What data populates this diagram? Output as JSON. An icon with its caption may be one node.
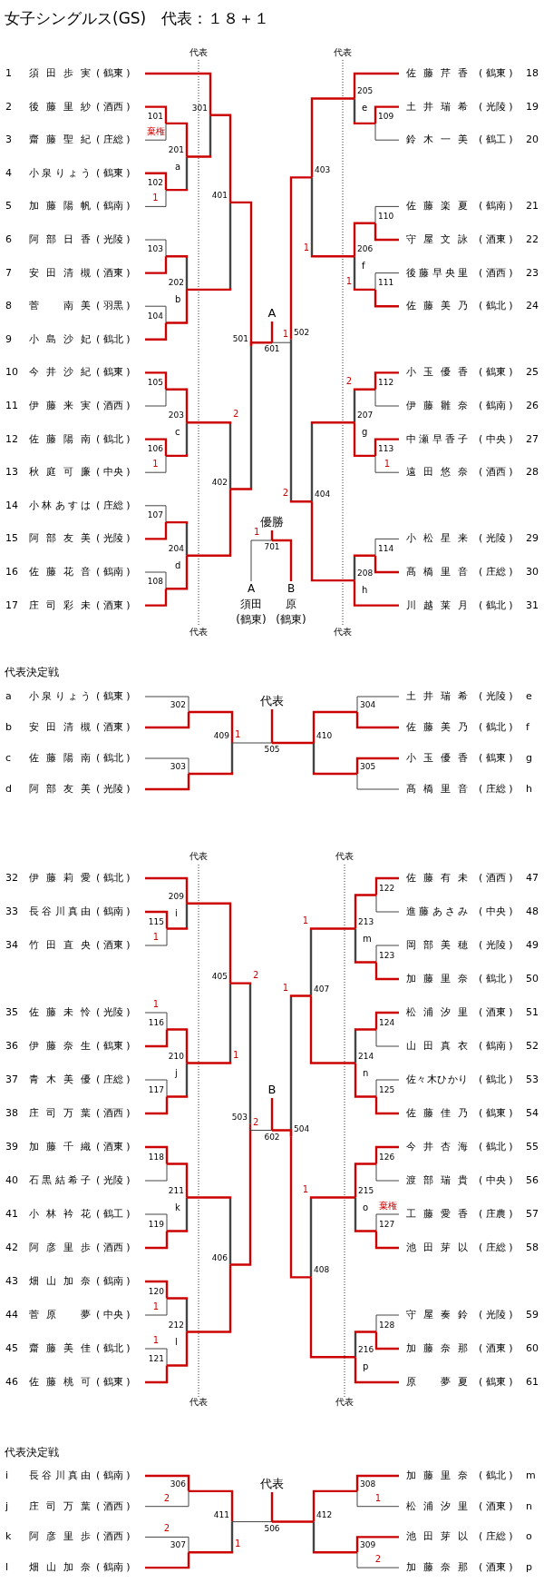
{
  "diagram": {
    "title": "女子シングルス(GS)　代表：１８＋１",
    "nodes": [
      {
        "text": [
          "1",
          "須田歩実",
          "( 鶴東 )"
        ]
      },
      {
        "text": [
          "2",
          "後藤里紗",
          "( 酒西 )"
        ]
      },
      {
        "text": [
          "3",
          "齋藤聖紀",
          "( 庄総 )"
        ]
      },
      {
        "text": [
          "4",
          "小泉りょう",
          "( 鶴東 )"
        ]
      },
      {
        "text": [
          "5",
          "加藤陽帆",
          "( 鶴南 )"
        ]
      },
      {
        "text": [
          "6",
          "阿部日香",
          "( 光陵 )"
        ]
      },
      {
        "text": [
          "7",
          "安田清槻",
          "( 酒東 )"
        ]
      },
      {
        "text": [
          "8",
          "菅　南美",
          "( 羽黒 )"
        ]
      },
      {
        "text": [
          "9",
          "小島沙妃",
          "( 鶴北 )"
        ]
      },
      {
        "text": [
          "10",
          "今井沙紀",
          "( 鶴東 )"
        ]
      },
      {
        "text": [
          "11",
          "伊藤来実",
          "( 酒西 )"
        ]
      },
      {
        "text": [
          "12",
          "佐藤陽南",
          "( 鶴北 )"
        ]
      },
      {
        "text": [
          "13",
          "秋庭可廉",
          "( 中央 )"
        ]
      },
      {
        "text": [
          "14",
          "小林あすは",
          "( 庄総 )"
        ]
      },
      {
        "text": [
          "15",
          "阿部友美",
          "( 光陵 )"
        ]
      },
      {
        "text": [
          "16",
          "佐藤花音",
          "( 鶴南 )"
        ]
      },
      {
        "text": [
          "17",
          "庄司彩未",
          "( 酒東 )"
        ]
      },
      {
        "text": [
          "佐藤芹香",
          "( 鶴東 )",
          "18"
        ]
      },
      {
        "text": [
          "土井瑞希",
          "( 光陵 )",
          "19"
        ]
      },
      {
        "text": [
          "鈴木一美",
          "( 鶴工 )",
          "20"
        ]
      },
      {
        "text": [
          "佐藤楽夏",
          "( 鶴南 )",
          "21"
        ]
      },
      {
        "text": [
          "守屋文詠",
          "( 酒東 )",
          "22"
        ]
      },
      {
        "text": [
          "後藤早央里",
          "( 酒西 )",
          "23"
        ]
      },
      {
        "text": [
          "佐藤美乃",
          "( 鶴北 )",
          "24"
        ]
      },
      {
        "text": [
          "小玉優香",
          "( 鶴東 )",
          "25"
        ]
      },
      {
        "text": [
          "伊藤雛奈",
          "( 鶴南 )",
          "26"
        ]
      },
      {
        "text": [
          "中瀬早香子",
          "( 中央 )",
          "27"
        ]
      },
      {
        "text": [
          "遠田悠奈",
          "( 酒西 )",
          "28"
        ]
      },
      {
        "text": [
          "小松星来",
          "( 光陵 )",
          "29"
        ]
      },
      {
        "text": [
          "髙橋里音",
          "( 庄総 )",
          "30"
        ]
      },
      {
        "text": [
          "川越莱月",
          "( 鶴北 )",
          "31"
        ]
      },
      {
        "text": [
          "101"
        ]
      },
      {
        "text": [
          "102"
        ]
      },
      {
        "text": [
          "103"
        ]
      },
      {
        "text": [
          "104"
        ]
      },
      {
        "text": [
          "105"
        ]
      },
      {
        "text": [
          "106"
        ]
      },
      {
        "text": [
          "107"
        ]
      },
      {
        "text": [
          "108"
        ]
      },
      {
        "text": [
          "109"
        ]
      },
      {
        "text": [
          "110"
        ]
      },
      {
        "text": [
          "111"
        ]
      },
      {
        "text": [
          "112"
        ]
      },
      {
        "text": [
          "113"
        ]
      },
      {
        "text": [
          "114"
        ]
      },
      {
        "text": [
          "201"
        ],
        "beside": [
          "a"
        ]
      },
      {
        "text": [
          "202"
        ],
        "beside": [
          "b"
        ]
      },
      {
        "text": [
          "203"
        ],
        "beside": [
          "c"
        ]
      },
      {
        "text": [
          "204"
        ],
        "beside": [
          "d"
        ]
      },
      {
        "text": [
          "205"
        ],
        "beside": [
          "e"
        ]
      },
      {
        "text": [
          "206"
        ],
        "beside": [
          "f"
        ]
      },
      {
        "text": [
          "207"
        ],
        "beside": [
          "g"
        ]
      },
      {
        "text": [
          "208"
        ],
        "beside": [
          "h"
        ]
      },
      {
        "text": [
          "301"
        ]
      },
      {
        "text": [
          "401"
        ]
      },
      {
        "text": [
          "402"
        ]
      },
      {
        "text": [
          "403"
        ]
      },
      {
        "text": [
          "404"
        ]
      },
      {
        "text": [
          "501"
        ]
      },
      {
        "text": [
          "502"
        ]
      },
      {
        "text": [
          "601"
        ]
      },
      {
        "text": [
          "A"
        ]
      },
      {
        "text": [
          "優勝"
        ]
      },
      {
        "text": [
          "701"
        ]
      },
      {
        "text": [
          "A",
          "須田",
          "(鶴東)"
        ]
      },
      {
        "text": [
          "B",
          "原",
          "(鶴東)"
        ]
      },
      {
        "text": [
          "a",
          "小泉りょう",
          "( 鶴東 )"
        ]
      },
      {
        "text": [
          "b",
          "安田清槻",
          "( 酒東 )"
        ]
      },
      {
        "text": [
          "c",
          "佐藤陽南",
          "( 鶴北 )"
        ]
      },
      {
        "text": [
          "d",
          "阿部友美",
          "( 光陵 )"
        ]
      },
      {
        "text": [
          "土井瑞希",
          "( 光陵 )",
          "e"
        ]
      },
      {
        "text": [
          "佐藤美乃",
          "( 鶴北 )",
          "f"
        ]
      },
      {
        "text": [
          "小玉優香",
          "( 鶴東 )",
          "g"
        ]
      },
      {
        "text": [
          "髙橋里音",
          "( 庄総 )",
          "h"
        ]
      },
      {
        "text": [
          "302"
        ]
      },
      {
        "text": [
          "303"
        ]
      },
      {
        "text": [
          "304"
        ]
      },
      {
        "text": [
          "305"
        ]
      },
      {
        "text": [
          "409"
        ]
      },
      {
        "text": [
          "410"
        ]
      },
      {
        "text": [
          "505"
        ]
      },
      {
        "text": [
          "代表"
        ]
      },
      {
        "text": [
          "32",
          "伊藤莉愛",
          "( 鶴北 )"
        ]
      },
      {
        "text": [
          "33",
          "長谷川真由",
          "( 鶴南 )"
        ]
      },
      {
        "text": [
          "34",
          "竹田直央",
          "( 酒東 )"
        ]
      },
      {
        "text": [
          "35",
          "佐藤未怜",
          "( 光陵 )"
        ]
      },
      {
        "text": [
          "36",
          "伊藤奈生",
          "( 鶴東 )"
        ]
      },
      {
        "text": [
          "37",
          "青木美優",
          "( 庄総 )"
        ]
      },
      {
        "text": [
          "38",
          "庄司万葉",
          "( 酒西 )"
        ]
      },
      {
        "text": [
          "39",
          "加藤千織",
          "( 酒東 )"
        ]
      },
      {
        "text": [
          "40",
          "石黒結希子",
          "( 光陵 )"
        ]
      },
      {
        "text": [
          "41",
          "小林衿花",
          "( 鶴工 )"
        ]
      },
      {
        "text": [
          "42",
          "阿彦里歩",
          "( 酒西 )"
        ]
      },
      {
        "text": [
          "43",
          "畑山加奈",
          "( 鶴南 )"
        ]
      },
      {
        "text": [
          "44",
          "菅原　夢",
          "( 中央 )"
        ]
      },
      {
        "text": [
          "45",
          "齋藤美佳",
          "( 鶴北 )"
        ]
      },
      {
        "text": [
          "46",
          "佐藤桃可",
          "( 鶴東 )"
        ]
      },
      {
        "text": [
          "佐藤有未",
          "( 酒西 )",
          "47"
        ]
      },
      {
        "text": [
          "進藤あさみ",
          "( 中央 )",
          "48"
        ]
      },
      {
        "text": [
          "岡部美穂",
          "( 光陵 )",
          "49"
        ]
      },
      {
        "text": [
          "加藤里奈",
          "( 鶴北 )",
          "50"
        ]
      },
      {
        "text": [
          "松浦汐里",
          "( 酒東 )",
          "51"
        ]
      },
      {
        "text": [
          "山田真衣",
          "( 鶴南 )",
          "52"
        ]
      },
      {
        "text": [
          "佐々木ひかり",
          "( 鶴北 )",
          "53"
        ]
      },
      {
        "text": [
          "佐藤佳乃",
          "( 鶴東 )",
          "54"
        ]
      },
      {
        "text": [
          "今井杏海",
          "( 鶴北 )",
          "55"
        ]
      },
      {
        "text": [
          "渡部瑞貴",
          "( 中央 )",
          "56"
        ]
      },
      {
        "text": [
          "工藤愛香",
          "( 庄農 )",
          "57"
        ]
      },
      {
        "text": [
          "池田芽以",
          "( 庄総 )",
          "58"
        ]
      },
      {
        "text": [
          "守屋奏鈴",
          "( 光陵 )",
          "59"
        ]
      },
      {
        "text": [
          "加藤奈那",
          "( 酒東 )",
          "60"
        ]
      },
      {
        "text": [
          "原　夢夏",
          "( 鶴東 )",
          "61"
        ]
      },
      {
        "text": [
          "115"
        ]
      },
      {
        "text": [
          "116"
        ]
      },
      {
        "text": [
          "117"
        ]
      },
      {
        "text": [
          "118"
        ]
      },
      {
        "text": [
          "119"
        ]
      },
      {
        "text": [
          "120"
        ]
      },
      {
        "text": [
          "121"
        ]
      },
      {
        "text": [
          "122"
        ]
      },
      {
        "text": [
          "123"
        ]
      },
      {
        "text": [
          "124"
        ]
      },
      {
        "text": [
          "125"
        ]
      },
      {
        "text": [
          "126"
        ]
      },
      {
        "text": [
          "127"
        ]
      },
      {
        "text": [
          "128"
        ]
      },
      {
        "text": [
          "209"
        ],
        "beside": [
          "i"
        ]
      },
      {
        "text": [
          "210"
        ],
        "beside": [
          "j"
        ]
      },
      {
        "text": [
          "211"
        ],
        "beside": [
          "k"
        ]
      },
      {
        "text": [
          "212"
        ],
        "beside": [
          "l"
        ]
      },
      {
        "text": [
          "213"
        ],
        "beside": [
          "m"
        ]
      },
      {
        "text": [
          "214"
        ],
        "beside": [
          "n"
        ]
      },
      {
        "text": [
          "215"
        ],
        "beside": [
          "o"
        ]
      },
      {
        "text": [
          "216"
        ],
        "beside": [
          "p"
        ]
      },
      {
        "text": [
          "405"
        ]
      },
      {
        "text": [
          "406"
        ]
      },
      {
        "text": [
          "407"
        ]
      },
      {
        "text": [
          "408"
        ]
      },
      {
        "text": [
          "503"
        ]
      },
      {
        "text": [
          "504"
        ]
      },
      {
        "text": [
          "602"
        ]
      },
      {
        "text": [
          "B"
        ]
      },
      {
        "text": [
          "i",
          "長谷川真由",
          "( 鶴南 )"
        ]
      },
      {
        "text": [
          "j",
          "庄司万葉",
          "( 酒西 )"
        ]
      },
      {
        "text": [
          "k",
          "阿彦里歩",
          "( 酒西 )"
        ]
      },
      {
        "text": [
          "l",
          "畑山加奈",
          "( 鶴南 )"
        ]
      },
      {
        "text": [
          "加藤里奈",
          "( 鶴北 )",
          "m"
        ]
      },
      {
        "text": [
          "松浦汐里",
          "( 酒東 )",
          "n"
        ]
      },
      {
        "text": [
          "池田芽以",
          "( 庄総 )",
          "o"
        ]
      },
      {
        "text": [
          "加藤奈那",
          "( 酒東 )",
          "p"
        ]
      },
      {
        "text": [
          "306"
        ]
      },
      {
        "text": [
          "307"
        ]
      },
      {
        "text": [
          "308"
        ]
      },
      {
        "text": [
          "309"
        ]
      },
      {
        "text": [
          "411"
        ]
      },
      {
        "text": [
          "412"
        ]
      },
      {
        "text": [
          "506"
        ]
      },
      {
        "text": [
          "代表"
        ]
      }
    ],
    "edges": [
      {
        "from": 0,
        "to": 53,
        "arrow": "none"
      },
      {
        "from": 1,
        "to": 31,
        "arrow": "none"
      },
      {
        "from": 2,
        "to": 31,
        "arrow": "none",
        "label": "棄権",
        "color": "#444444"
      },
      {
        "from": 3,
        "to": 32,
        "arrow": "none"
      },
      {
        "from": 4,
        "to": 32,
        "arrow": "none",
        "label": "1",
        "color": "#444444"
      },
      {
        "from": 5,
        "to": 33,
        "arrow": "none",
        "color": "#444444"
      },
      {
        "from": 6,
        "to": 33,
        "arrow": "none"
      },
      {
        "from": 7,
        "to": 34,
        "arrow": "none",
        "color": "#444444"
      },
      {
        "from": 8,
        "to": 34,
        "arrow": "none"
      },
      {
        "from": 9,
        "to": 35,
        "arrow": "none"
      },
      {
        "from": 10,
        "to": 35,
        "arrow": "none",
        "color": "#444444"
      },
      {
        "from": 11,
        "to": 36,
        "arrow": "none"
      },
      {
        "from": 12,
        "to": 36,
        "arrow": "none",
        "label": "1",
        "color": "#444444"
      },
      {
        "from": 13,
        "to": 37,
        "arrow": "none",
        "color": "#444444"
      },
      {
        "from": 14,
        "to": 37,
        "arrow": "none"
      },
      {
        "from": 15,
        "to": 38,
        "arrow": "none",
        "color": "#444444"
      },
      {
        "from": 16,
        "to": 38,
        "arrow": "none"
      },
      {
        "from": 31,
        "to": 45,
        "arrow": "none"
      },
      {
        "from": 32,
        "to": 45,
        "arrow": "none",
        "color": "#444444"
      },
      {
        "from": 33,
        "to": 46,
        "arrow": "none",
        "color": "#444444"
      },
      {
        "from": 34,
        "to": 46,
        "arrow": "none"
      },
      {
        "from": 35,
        "to": 47,
        "arrow": "none"
      },
      {
        "from": 36,
        "to": 47,
        "arrow": "none",
        "color": "#444444"
      },
      {
        "from": 37,
        "to": 48,
        "arrow": "none",
        "color": "#444444"
      },
      {
        "from": 38,
        "to": 48,
        "arrow": "none"
      },
      {
        "from": 45,
        "to": 53,
        "arrow": "none",
        "color": "#444444"
      },
      {
        "from": 53,
        "to": 54,
        "arrow": "none"
      },
      {
        "from": 46,
        "to": 54,
        "arrow": "none",
        "color": "#444444"
      },
      {
        "from": 47,
        "to": 55,
        "arrow": "none",
        "label": "2",
        "color": "#444444"
      },
      {
        "from": 48,
        "to": 55,
        "arrow": "none"
      },
      {
        "from": 54,
        "to": 58,
        "arrow": "none"
      },
      {
        "from": 55,
        "to": 58,
        "arrow": "none",
        "color": "#444444"
      },
      {
        "from": 17,
        "to": 49,
        "arrow": "none"
      },
      {
        "from": 18,
        "to": 39,
        "arrow": "none"
      },
      {
        "from": 19,
        "to": 39,
        "arrow": "none",
        "color": "#444444"
      },
      {
        "from": 20,
        "to": 40,
        "arrow": "none",
        "color": "#444444"
      },
      {
        "from": 21,
        "to": 40,
        "arrow": "none"
      },
      {
        "from": 22,
        "to": 41,
        "arrow": "none",
        "color": "#444444"
      },
      {
        "from": 23,
        "to": 41,
        "arrow": "none"
      },
      {
        "from": 24,
        "to": 42,
        "arrow": "none"
      },
      {
        "from": 25,
        "to": 42,
        "arrow": "none",
        "color": "#444444"
      },
      {
        "from": 26,
        "to": 43,
        "arrow": "none"
      },
      {
        "from": 27,
        "to": 43,
        "arrow": "none",
        "label": "1",
        "color": "#444444"
      },
      {
        "from": 28,
        "to": 44,
        "arrow": "none",
        "color": "#444444"
      },
      {
        "from": 29,
        "to": 44,
        "arrow": "none"
      },
      {
        "from": 30,
        "to": 52,
        "arrow": "none"
      },
      {
        "from": 39,
        "to": 49,
        "arrow": "none",
        "color": "#444444"
      },
      {
        "from": 40,
        "to": 50,
        "arrow": "none"
      },
      {
        "from": 41,
        "to": 50,
        "arrow": "none",
        "label": "1",
        "color": "#444444"
      },
      {
        "from": 42,
        "to": 51,
        "arrow": "none",
        "label": "2",
        "color": "#444444"
      },
      {
        "from": 43,
        "to": 51,
        "arrow": "none"
      },
      {
        "from": 44,
        "to": 52,
        "arrow": "none",
        "color": "#444444"
      },
      {
        "from": 49,
        "to": 56,
        "arrow": "none"
      },
      {
        "from": 50,
        "to": 56,
        "arrow": "none",
        "label": "1",
        "color": "#444444"
      },
      {
        "from": 51,
        "to": 57,
        "arrow": "none",
        "color": "#444444"
      },
      {
        "from": 52,
        "to": 57,
        "arrow": "none"
      },
      {
        "from": 56,
        "to": 59,
        "arrow": "none"
      },
      {
        "from": 57,
        "to": 59,
        "arrow": "none",
        "label": "2",
        "color": "#444444"
      },
      {
        "from": 58,
        "to": 60,
        "arrow": "none"
      },
      {
        "from": 59,
        "to": 60,
        "arrow": "none",
        "label": "1",
        "color": "#444444"
      },
      {
        "from": 60,
        "to": 61,
        "arrow": "none"
      },
      {
        "from": 64,
        "to": 63,
        "arrow": "none",
        "label": "1",
        "color": "#444444"
      },
      {
        "from": 65,
        "to": 63,
        "arrow": "none"
      },
      {
        "from": 63,
        "to": 62,
        "arrow": "none"
      },
      {
        "from": 66,
        "to": 74,
        "arrow": "none",
        "color": "#444444"
      },
      {
        "from": 67,
        "to": 74,
        "arrow": "none"
      },
      {
        "from": 68,
        "to": 75,
        "arrow": "none",
        "color": "#444444"
      },
      {
        "from": 69,
        "to": 75,
        "arrow": "none"
      },
      {
        "from": 70,
        "to": 76,
        "arrow": "none",
        "color": "#444444"
      },
      {
        "from": 71,
        "to": 76,
        "arrow": "none"
      },
      {
        "from": 72,
        "to": 77,
        "arrow": "none"
      },
      {
        "from": 73,
        "to": 77,
        "arrow": "none",
        "color": "#444444"
      },
      {
        "from": 74,
        "to": 78,
        "arrow": "none"
      },
      {
        "from": 75,
        "to": 78,
        "arrow": "none",
        "color": "#444444"
      },
      {
        "from": 76,
        "to": 79,
        "arrow": "none"
      },
      {
        "from": 77,
        "to": 79,
        "arrow": "none",
        "color": "#444444"
      },
      {
        "from": 78,
        "to": 80,
        "arrow": "none",
        "label": "1",
        "color": "#444444"
      },
      {
        "from": 79,
        "to": 80,
        "arrow": "none"
      },
      {
        "from": 80,
        "to": 81,
        "arrow": "none"
      },
      {
        "from": 82,
        "to": 126,
        "arrow": "none"
      },
      {
        "from": 83,
        "to": 112,
        "arrow": "none"
      },
      {
        "from": 84,
        "to": 112,
        "arrow": "none",
        "label": "1",
        "color": "#444444"
      },
      {
        "from": 85,
        "to": 113,
        "arrow": "none",
        "label": "1",
        "color": "#444444"
      },
      {
        "from": 86,
        "to": 113,
        "arrow": "none"
      },
      {
        "from": 87,
        "to": 114,
        "arrow": "none",
        "color": "#444444"
      },
      {
        "from": 88,
        "to": 114,
        "arrow": "none"
      },
      {
        "from": 89,
        "to": 115,
        "arrow": "none"
      },
      {
        "from": 90,
        "to": 115,
        "arrow": "none",
        "color": "#444444"
      },
      {
        "from": 91,
        "to": 116,
        "arrow": "none",
        "color": "#444444"
      },
      {
        "from": 92,
        "to": 116,
        "arrow": "none"
      },
      {
        "from": 93,
        "to": 117,
        "arrow": "none"
      },
      {
        "from": 94,
        "to": 117,
        "arrow": "none",
        "label": "1",
        "color": "#444444"
      },
      {
        "from": 95,
        "to": 118,
        "arrow": "none",
        "label": "1",
        "color": "#444444"
      },
      {
        "from": 96,
        "to": 118,
        "arrow": "none"
      },
      {
        "from": 112,
        "to": 126,
        "arrow": "none",
        "color": "#444444"
      },
      {
        "from": 113,
        "to": 127,
        "arrow": "none"
      },
      {
        "from": 114,
        "to": 127,
        "arrow": "none",
        "color": "#444444"
      },
      {
        "from": 115,
        "to": 128,
        "arrow": "none"
      },
      {
        "from": 116,
        "to": 128,
        "arrow": "none",
        "color": "#444444"
      },
      {
        "from": 117,
        "to": 129,
        "arrow": "none",
        "color": "#444444"
      },
      {
        "from": 118,
        "to": 129,
        "arrow": "none"
      },
      {
        "from": 126,
        "to": 134,
        "arrow": "none"
      },
      {
        "from": 127,
        "to": 134,
        "arrow": "none",
        "label": "1",
        "color": "#444444"
      },
      {
        "from": 128,
        "to": 135,
        "arrow": "none",
        "color": "#444444"
      },
      {
        "from": 129,
        "to": 135,
        "arrow": "none"
      },
      {
        "from": 134,
        "to": 138,
        "arrow": "none",
        "label": "2",
        "color": "#444444"
      },
      {
        "from": 135,
        "to": 138,
        "arrow": "none"
      },
      {
        "from": 97,
        "to": 119,
        "arrow": "none"
      },
      {
        "from": 98,
        "to": 119,
        "arrow": "none",
        "color": "#444444"
      },
      {
        "from": 99,
        "to": 120,
        "arrow": "none",
        "color": "#444444"
      },
      {
        "from": 100,
        "to": 120,
        "arrow": "none"
      },
      {
        "from": 101,
        "to": 121,
        "arrow": "none"
      },
      {
        "from": 102,
        "to": 121,
        "arrow": "none",
        "color": "#444444"
      },
      {
        "from": 103,
        "to": 122,
        "arrow": "none",
        "color": "#444444"
      },
      {
        "from": 104,
        "to": 122,
        "arrow": "none"
      },
      {
        "from": 105,
        "to": 123,
        "arrow": "none"
      },
      {
        "from": 106,
        "to": 123,
        "arrow": "none",
        "color": "#444444"
      },
      {
        "from": 107,
        "to": 124,
        "arrow": "none",
        "label": "棄権",
        "color": "#444444"
      },
      {
        "from": 108,
        "to": 124,
        "arrow": "none"
      },
      {
        "from": 109,
        "to": 125,
        "arrow": "none",
        "color": "#444444"
      },
      {
        "from": 110,
        "to": 125,
        "arrow": "none"
      },
      {
        "from": 111,
        "to": 133,
        "arrow": "none"
      },
      {
        "from": 119,
        "to": 130,
        "arrow": "none"
      },
      {
        "from": 120,
        "to": 130,
        "arrow": "none",
        "color": "#444444"
      },
      {
        "from": 121,
        "to": 131,
        "arrow": "none",
        "color": "#444444"
      },
      {
        "from": 122,
        "to": 131,
        "arrow": "none"
      },
      {
        "from": 123,
        "to": 132,
        "arrow": "none"
      },
      {
        "from": 124,
        "to": 132,
        "arrow": "none",
        "color": "#444444"
      },
      {
        "from": 125,
        "to": 133,
        "arrow": "none",
        "color": "#444444"
      },
      {
        "from": 130,
        "to": 136,
        "arrow": "none",
        "label": "1",
        "color": "#444444"
      },
      {
        "from": 131,
        "to": 136,
        "arrow": "none"
      },
      {
        "from": 132,
        "to": 137,
        "arrow": "none",
        "label": "1",
        "color": "#444444"
      },
      {
        "from": 133,
        "to": 137,
        "arrow": "none"
      },
      {
        "from": 136,
        "to": 139,
        "arrow": "none",
        "label": "1",
        "color": "#444444"
      },
      {
        "from": 137,
        "to": 139,
        "arrow": "none"
      },
      {
        "from": 138,
        "to": 140,
        "arrow": "none",
        "label": "2",
        "color": "#444444"
      },
      {
        "from": 139,
        "to": 140,
        "arrow": "none"
      },
      {
        "from": 140,
        "to": 141,
        "arrow": "none"
      },
      {
        "from": 142,
        "to": 150,
        "arrow": "none"
      },
      {
        "from": 143,
        "to": 150,
        "arrow": "none",
        "label": "2",
        "color": "#444444"
      },
      {
        "from": 144,
        "to": 151,
        "arrow": "none",
        "label": "2",
        "color": "#444444"
      },
      {
        "from": 145,
        "to": 151,
        "arrow": "none"
      },
      {
        "from": 146,
        "to": 152,
        "arrow": "none"
      },
      {
        "from": 147,
        "to": 152,
        "arrow": "none",
        "label": "1",
        "color": "#444444"
      },
      {
        "from": 148,
        "to": 153,
        "arrow": "none"
      },
      {
        "from": 149,
        "to": 153,
        "arrow": "none",
        "label": "2",
        "color": "#444444"
      },
      {
        "from": 150,
        "to": 154,
        "arrow": "none"
      },
      {
        "from": 151,
        "to": 154,
        "arrow": "none",
        "label": "1",
        "color": "#444444"
      },
      {
        "from": 152,
        "to": 155,
        "arrow": "none"
      },
      {
        "from": 153,
        "to": 155,
        "arrow": "none",
        "color": "#444444"
      },
      {
        "from": 154,
        "to": 156,
        "arrow": "none",
        "color": "#444444"
      },
      {
        "from": 155,
        "to": 156,
        "arrow": "none"
      },
      {
        "from": 156,
        "to": 157,
        "arrow": "none"
      }
    ],
    "labels": [
      "代表",
      "代表",
      "代表",
      "代表",
      "代表決定戦",
      "代表",
      "代表",
      "代表",
      "代表",
      "代表決定戦"
    ]
  }
}
